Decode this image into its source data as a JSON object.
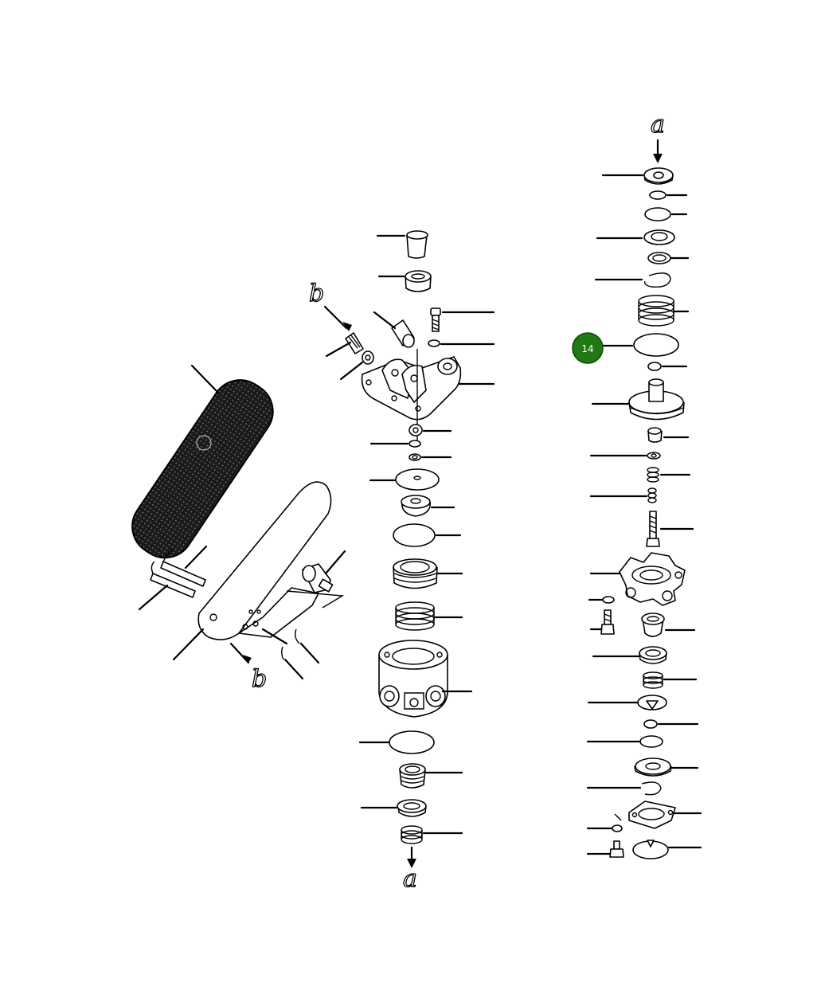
{
  "diagram": {
    "callout": {
      "label": "14",
      "color": "#1f7a12"
    },
    "view_refs": {
      "a": "a",
      "b": "b"
    }
  }
}
